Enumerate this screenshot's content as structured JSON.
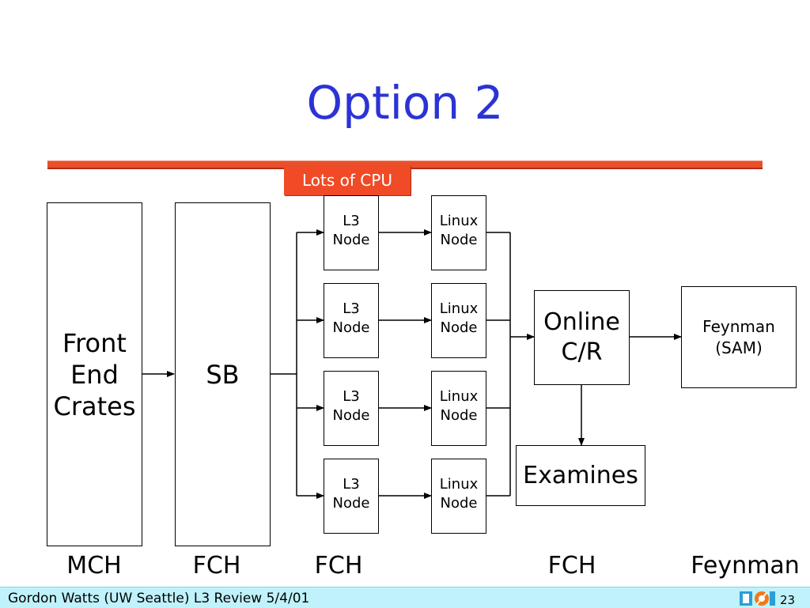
{
  "slide": {
    "title": "Option 2",
    "callout": "Lots of CPU"
  },
  "diagram": {
    "front_end": "Front\nEnd\nCrates",
    "sb": "SB",
    "l3_nodes": [
      "L3\nNode",
      "L3\nNode",
      "L3\nNode",
      "L3\nNode"
    ],
    "linux_nodes": [
      "Linux\nNode",
      "Linux\nNode",
      "Linux\nNode",
      "Linux\nNode"
    ],
    "online_cr": "Online\nC/R",
    "examines": "Examines",
    "feynman_sam": "Feynman\n(SAM)"
  },
  "column_labels": [
    "MCH",
    "FCH",
    "FCH",
    "FCH",
    "Feynman"
  ],
  "footer": {
    "text": "Gordon Watts (UW Seattle) L3 Review 5/4/01",
    "logo_text": "DØ",
    "page_number": "23"
  },
  "colors": {
    "title": "#2b33d6",
    "rule": "#e8502c",
    "callout_bg": "#f04a26",
    "footer_bg": "#bff2fb"
  }
}
